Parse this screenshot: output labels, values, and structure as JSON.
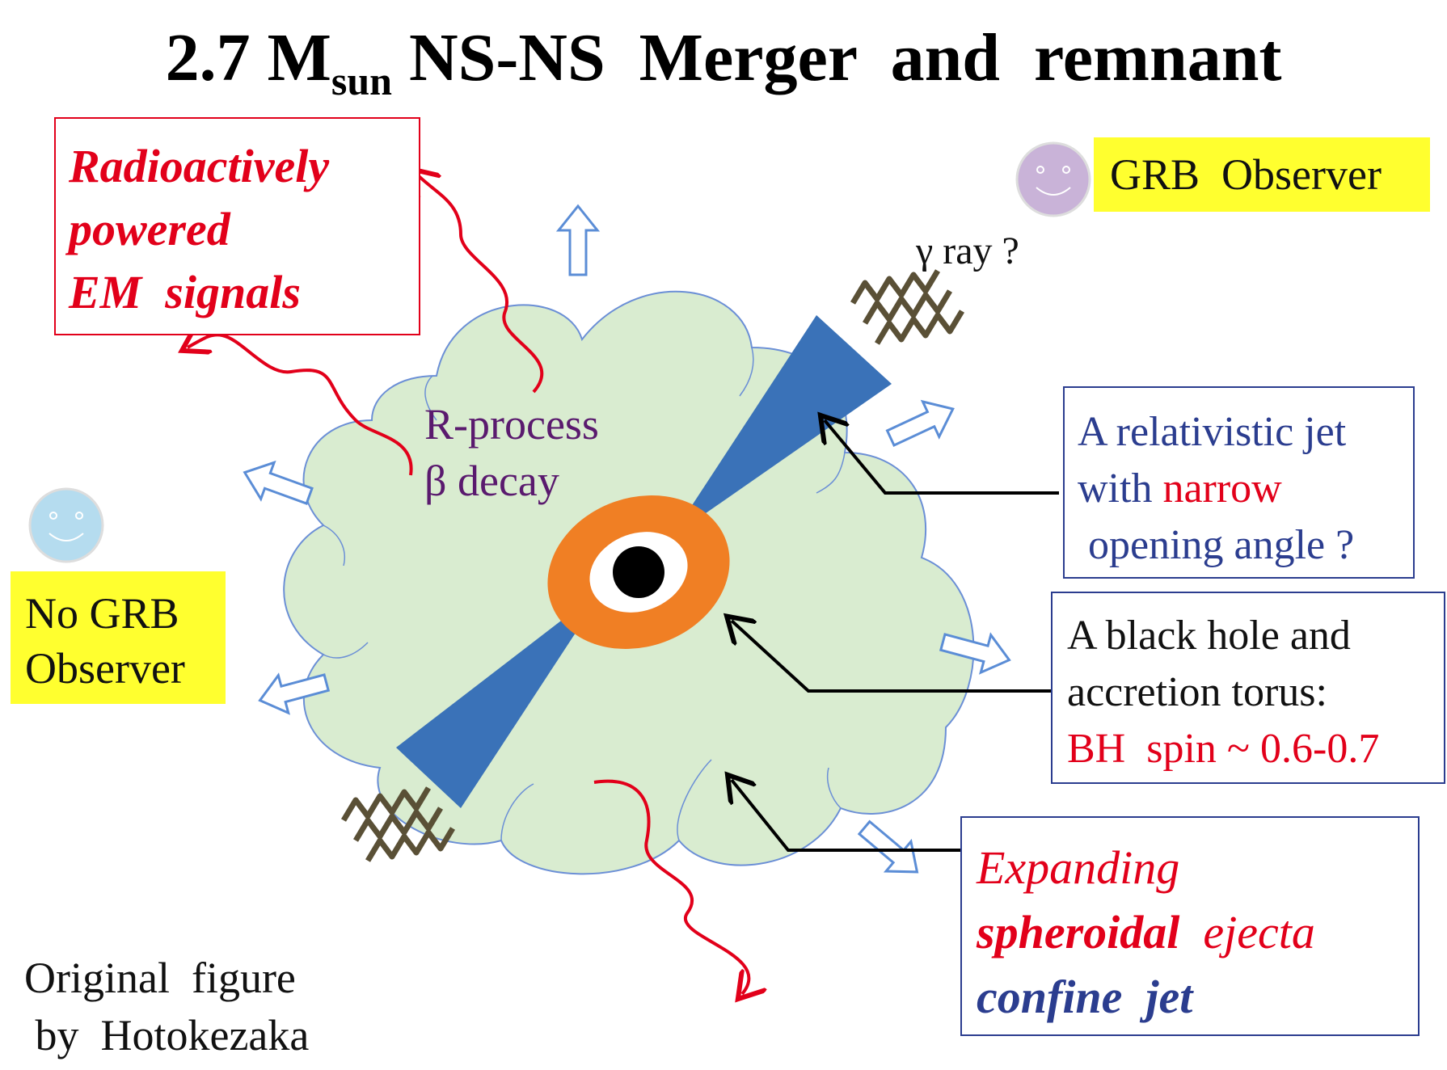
{
  "title": {
    "main": "2.7 M",
    "sub": "sun",
    "rest": " NS-NS  Merger  and  remnant"
  },
  "em_signals": {
    "line1": "Radioactively",
    "line2": "powered",
    "line3": "EM  signals"
  },
  "grb_observer": "GRB  Observer",
  "no_grb_observer": {
    "line1": "No GRB",
    "line2": "Observer"
  },
  "gamma_ray": "γ ray ?",
  "r_process": {
    "line1": "R-process",
    "line2": "β decay"
  },
  "jet_box": {
    "line1": "A relativistic jet",
    "line2_a": "with ",
    "line2_b": "narrow",
    "line3": " opening angle ?"
  },
  "bh_box": {
    "line1": "A black hole and",
    "line2": "accretion torus:",
    "line3": "BH  spin ~ 0.6-0.7"
  },
  "ejecta_box": {
    "line1": "Expanding",
    "line2_a": "spheroidal",
    "line2_b": "  ejecta",
    "line3": "confine  jet"
  },
  "credit": {
    "line1": "Original  figure",
    "line2": " by  Hotokezaka"
  },
  "colors": {
    "cloud_fill": "#d9ecd0",
    "cloud_stroke": "#6b8fd6",
    "jet": "#3a72b8",
    "torus": "#f07f24",
    "em_wave": "#e2001a",
    "gamma_wave": "#5a5036",
    "highlight": "#ffff2f",
    "box_red": "#e2001a",
    "box_blue": "#2b3d8f"
  },
  "icons": [
    "smiley-observer-icon",
    "expansion-arrow-icon",
    "em-wave-icon",
    "gamma-wave-icon",
    "pointer-arrow-icon"
  ]
}
